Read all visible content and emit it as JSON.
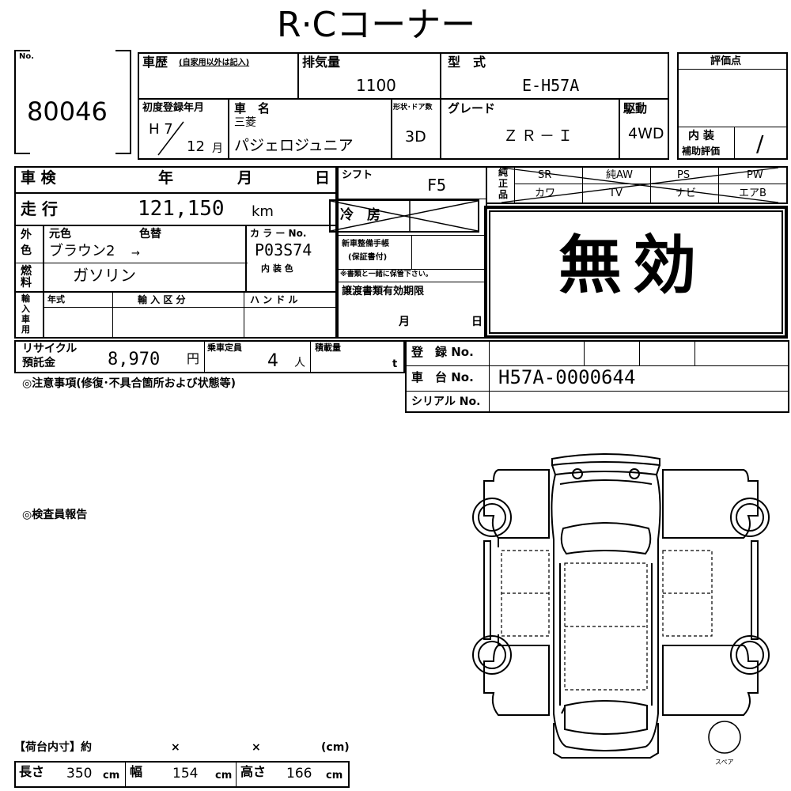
{
  "header": {
    "title": "R·Cコーナー"
  },
  "lot": {
    "no_label": "No.",
    "number": "80046"
  },
  "history": {
    "label": "車歴",
    "sub": "(自家用以外は記入)"
  },
  "displacement": {
    "label": "排気量",
    "value": "1100"
  },
  "model": {
    "label": "型　式",
    "value": "E-H57A"
  },
  "evaluation": {
    "label": "評価点",
    "interior_label_1": "内 装",
    "interior_label_2": "補助評価",
    "interior_value": "/"
  },
  "first_reg": {
    "label": "初度登録年月",
    "era": "H 7",
    "month": "12",
    "month_unit": "月"
  },
  "car_name": {
    "label": "車　名",
    "maker": "三菱",
    "name": "パジェロジュニア"
  },
  "shape": {
    "label": "形状･ドア数",
    "value": "3D"
  },
  "grade": {
    "label": "グレード",
    "value": "ＺＲ－Ｉ"
  },
  "drive": {
    "label": "駆動",
    "value": "4WD"
  },
  "inspection": {
    "label": "車 検",
    "year": "年",
    "month": "月",
    "day": "日"
  },
  "shift": {
    "label": "シフト",
    "value": "F5"
  },
  "genuine": {
    "label_1": "純",
    "label_2": "正",
    "label_3": "品",
    "items_top": [
      "SR",
      "純AW",
      "PS",
      "PW"
    ],
    "items_bottom": [
      "カワ",
      "TV",
      "ナビ",
      "エアB"
    ]
  },
  "mileage": {
    "label": "走 行",
    "value": "121,150",
    "unit": "km"
  },
  "cooler": {
    "label": "冷　房"
  },
  "invalid": {
    "text": "無効"
  },
  "color": {
    "side_1": "外",
    "side_2": "色",
    "orig_label": "元色",
    "change_label": "色替",
    "orig_value": "ブラウン2",
    "arrow": "→",
    "color_no_label": "カ ラ ー No.",
    "color_no_value": "P03S74",
    "interior_color_label": "内 装 色"
  },
  "warranty": {
    "label_1": "新車整備手帳",
    "label_2": "(保証書付)",
    "note": "※書類と一緒に保管下さい。"
  },
  "fuel": {
    "side_1": "燃",
    "side_2": "料",
    "value": "ガソリン"
  },
  "import": {
    "side": [
      "輸",
      "入",
      "車",
      "用"
    ],
    "year_label": "年式",
    "category_label": "輸 入 区 分",
    "handle_label": "ハ ン ド ル"
  },
  "transfer_docs": {
    "label": "譲渡書類有効期限",
    "month": "月",
    "day": "日"
  },
  "recycle": {
    "label_1": "リサイクル",
    "label_2": "預託金",
    "value": "8,970",
    "unit": "円"
  },
  "capacity": {
    "label": "乗車定員",
    "value": "4",
    "unit": "人"
  },
  "load": {
    "label": "積載量",
    "unit": "t"
  },
  "registration": {
    "label": "登　録 No."
  },
  "chassis": {
    "label": "車　台 No.",
    "value": "H57A-0000644"
  },
  "serial": {
    "label": "シリアル No."
  },
  "notes": {
    "caution": "◎注意事項(修復･不具合箇所および状態等)",
    "inspector": "◎検査員報告"
  },
  "cargo": {
    "label": "【荷台内寸】約",
    "x1": "×",
    "x2": "×",
    "unit_header": "(cm)",
    "length_label": "長さ",
    "length_value": "350",
    "width_label": "幅",
    "width_value": "154",
    "height_label": "高さ",
    "height_value": "166",
    "cm": "cm"
  },
  "diagram": {
    "spare_label": "スペア"
  }
}
